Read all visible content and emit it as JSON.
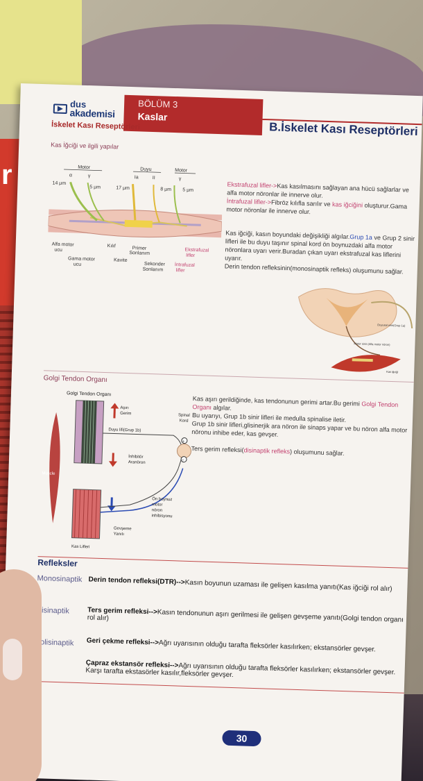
{
  "header": {
    "logo_line1": "dus",
    "logo_line2": "akademisi",
    "chapter": "BÖLÜM 3",
    "chapter_title": "Kaslar",
    "right_title": "B.İskelet Kası Reseptörleri",
    "section_label": "İskelet Kası Reseptörleri"
  },
  "spindle": {
    "title": "Kas İğciği ve ilgili yapılar",
    "labels": {
      "motor_left": "Motor",
      "alpha": "α",
      "gamma_l": "γ",
      "size_14": "14 μm",
      "size_5a": "5 μm",
      "duyu": "Duyu",
      "ia": "Ia",
      "ii": "II",
      "size_17": "17 μm",
      "motor_right": "Motor",
      "gamma_r": "γ",
      "size_8": "8 μm",
      "size_5b": "5 μm",
      "alfa_motor": "Alfa motor",
      "ucu1": "ucu",
      "kilif": "Kılıf",
      "primer": "Primer",
      "sonlanim1": "Sonlanım",
      "gama_motor": "Gama motor",
      "ucu2": "ucu",
      "kavite": "Kavite",
      "sekonder": "Sekonder",
      "sonlanim2": "Sonlanım",
      "ekstrafuzal1": "Ekstrafuzal",
      "lifler1": "lifler",
      "intrafuzal": "İntrafuzal",
      "lifler2": "lifler"
    }
  },
  "paragraph1": {
    "ekstra_term": "Ekstrafuzal lifler->",
    "ekstra_text": "Kas kasılmasını sağlayan ana hücü sağlarlar ve alfa motor nöronlar ile innerve olur.",
    "intra_term": "İntrafuzal lifler->",
    "intra_text_a": "Fibröz kılıfla sarılır ve ",
    "intra_link": "kas iğciğini",
    "intra_text_b": " oluşturur.Gama motor nöronlar ile innerve olur."
  },
  "paragraph2": {
    "a": "Kas iğciği, kasın boyundaki değişikliği algılar.",
    "grup1a": "Grup 1a",
    "b": " ve Grup 2 sinir lifleri ile bu duyu taşınır spinal kord ön boynuzdaki alfa motor nöronlara uyarı verir.Buradan çıkan uyarı ekstrafuzal kas liflerini uyarır.",
    "c": "Derin tendon refleksinin(monosinaptik refleks) oluşumunu sağlar."
  },
  "cord_labels": {
    "duyusal": "Duyusal sinir(Grup 1a)",
    "motor": "Motor sinir (Alfa motor nöron)",
    "kas": "Kas iğciği"
  },
  "golgi": {
    "heading": "Golgi Tendon Organı",
    "organ_label": "Golgi Tendon Organı",
    "asiri": "Aşırı",
    "gerim": "Gerim",
    "spinal": "Spinal",
    "kord": "Kord",
    "duyu_lifi": "Duyu lifi(Grup 1b)",
    "muscle": "Muscle",
    "inhibitor": "İnhibitör",
    "aranoron": "Aranöron",
    "on_boynuz": "Ön boynuz",
    "motor": "motor",
    "noron": "nöron",
    "inhibisyonu": "inhibisyonu",
    "gevseme": "Gevşeme",
    "yaniti": "Yanıtı",
    "kas_lifleri": "Kas Lifleri",
    "plus": "+",
    "minus": "−"
  },
  "paragraph3": {
    "a": "Kas aşırı gerildiğinde, kas tendonunun gerimi artar.Bu gerimi ",
    "gto": "Golgi Tendon Organı",
    "b": " algılar.",
    "c": "Bu uyarıyı, Grup 1b sinir lifleri ile medulla spinalise iletir.",
    "d": "Grup 1b sinir lifleri,glisinerjik ara nöron ile sinaps yapar ve bu nöron alfa motor nöronu inhibe eder, kas gevşer.",
    "e": "Ters gerim refleksi(",
    "disinaptik": "disinaptik refleks",
    "f": ") oluşumunu sağlar."
  },
  "refleksler": {
    "heading": "Refleksler",
    "items": [
      {
        "type": "Monosinaptik",
        "name": "Derin tendon refleksi(DTR)-->",
        "text": "Kasın boyunun uzaması ile gelişen kasılma yanıtı(Kas iğciği rol alır)"
      },
      {
        "type": "Disinaptik",
        "name": "Ters gerim refleksi-->",
        "text": "Kasın tendonunun aşırı gerilmesi ile gelişen gevşeme yanıtı(Golgi tendon organı rol alır)"
      },
      {
        "type": "Polisinaptik",
        "name": "Geri çekme refleksi-->",
        "text": "Ağrı uyarısının olduğu tarafta fleksörler kasılırken; ekstansörler gevşer."
      }
    ],
    "capraz_name": "Çapraz ekstansör refleksi-->",
    "capraz_text": "Ağrı uyarısının olduğu tarafta fleksörler kasılırken; ekstansörler gevşer. Karşı tarafta ekstasörler kasılır,fleksörler gevşer."
  },
  "page_number": "30",
  "colors": {
    "accent_red": "#b22b2b",
    "navy": "#1e2f66",
    "pink": "#c2416f",
    "blue": "#2b4bb3"
  }
}
